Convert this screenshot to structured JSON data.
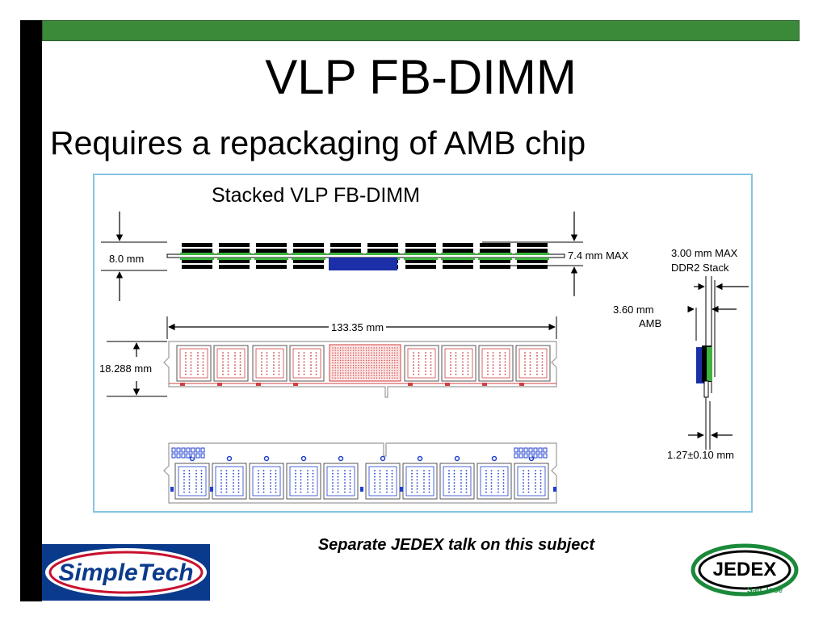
{
  "slide": {
    "title": "VLP FB-DIMM",
    "subtitle": "Requires a repackaging of AMB chip",
    "footer_note": "Separate JEDEX talk on this subject"
  },
  "figure": {
    "caption": "Stacked VLP FB-DIMM",
    "labels": {
      "height_total": "8.0 mm",
      "height_max": "7.4 mm MAX",
      "ddr2_stack_line1": "3.00 mm MAX",
      "ddr2_stack_line2": "DDR2 Stack",
      "amb_line1": "3.60 mm",
      "amb_line2": "AMB",
      "width": "133.35 mm",
      "module_height": "18.288 mm",
      "pcb_thickness": "1.27±0.10 mm"
    }
  },
  "logos": {
    "simpletech": {
      "text": "SimpleTech"
    },
    "jedex": {
      "text": "JEDEX",
      "subtext": "San Jose"
    }
  },
  "colors": {
    "accent_green": "#3a8a3a",
    "figure_border": "#86c4e2",
    "amb_blue": "#1a2fa8",
    "chip_green": "#3db43d",
    "side_blue": "#1f3fd1"
  }
}
